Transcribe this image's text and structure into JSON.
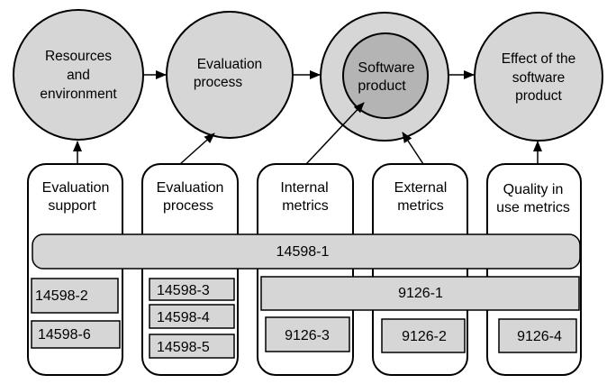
{
  "circles": {
    "resources": {
      "line1": "Resources",
      "line2": "and",
      "line3": "environment"
    },
    "evaluation": {
      "line1": "Evaluation",
      "line2": "process"
    },
    "software": {
      "line1": "Software",
      "line2": "product"
    },
    "effect": {
      "line1": "Effect of the",
      "line2": "software",
      "line3": "product"
    }
  },
  "columns": {
    "col1": {
      "line1": "Evaluation",
      "line2": "support"
    },
    "col2": {
      "line1": "Evaluation",
      "line2": "process"
    },
    "col3": {
      "line1": "Internal",
      "line2": "metrics"
    },
    "col4": {
      "line1": "External",
      "line2": "metrics"
    },
    "col5": {
      "line1": "Quality in",
      "line2": "use metrics"
    }
  },
  "standards": {
    "band_14598_1": "14598-1",
    "s14598_2": "14598-2",
    "s14598_6": "14598-6",
    "s14598_3": "14598-3",
    "s14598_4": "14598-4",
    "s14598_5": "14598-5",
    "band_9126_1": "9126-1",
    "s9126_3": "9126-3",
    "s9126_2": "9126-2",
    "s9126_4": "9126-4"
  },
  "colors": {
    "fill": "#d6d6d6",
    "inner_fill": "#b4b4b4",
    "stroke": "#000000"
  }
}
